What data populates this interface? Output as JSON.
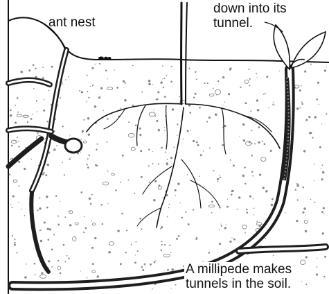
{
  "labels": {
    "ant_nest": "ant nest",
    "tunnel_caption": "down into its\ntunnel.",
    "millipede_caption": "A millipede makes\ntunnels in the soil."
  },
  "colors": {
    "ink": "#111111",
    "paper": "#ffffff",
    "soil_stipple": "#8a8a8a",
    "tunnel_fill": "#1e1e1e"
  }
}
